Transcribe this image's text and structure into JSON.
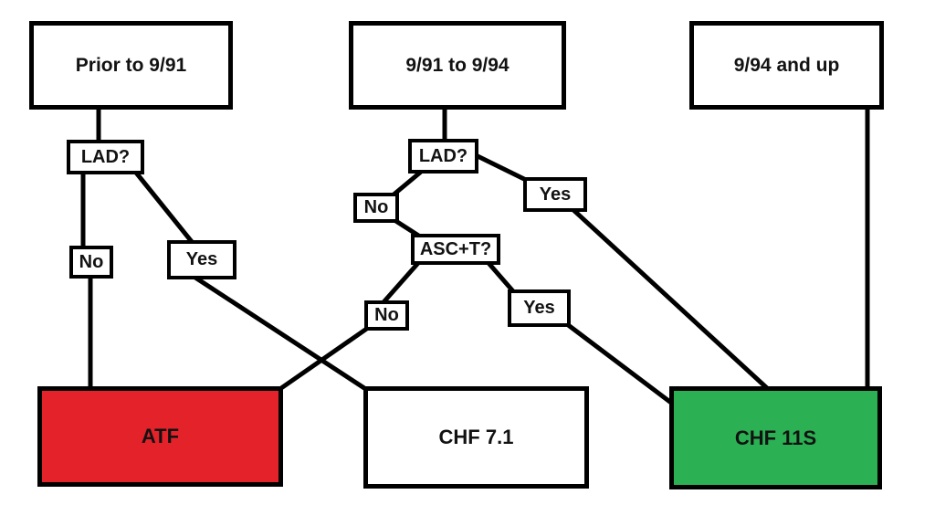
{
  "diagram": {
    "description": "Flowchart selecting transmission fluid type by production date, LAD and ASC+T equipment",
    "nodes": {
      "era1": {
        "label": "Prior to 9/91"
      },
      "era2": {
        "label": "9/91 to 9/94"
      },
      "era3": {
        "label": "9/94 and up"
      },
      "lad1": {
        "label": "LAD?"
      },
      "no1": {
        "label": "No"
      },
      "yes1": {
        "label": "Yes"
      },
      "lad2": {
        "label": "LAD?"
      },
      "no2": {
        "label": "No"
      },
      "yes2": {
        "label": "Yes"
      },
      "asct": {
        "label": "ASC+T?"
      },
      "no3": {
        "label": "No"
      },
      "yes3": {
        "label": "Yes"
      },
      "atf": {
        "label": "ATF"
      },
      "chf71": {
        "label": "CHF 7.1"
      },
      "chf11s": {
        "label": "CHF 11S"
      }
    },
    "edges": [
      {
        "from": "Prior to 9/91",
        "to": "LAD?"
      },
      {
        "from": "LAD? (prior to 9/91)",
        "answer": "No",
        "to": "ATF"
      },
      {
        "from": "LAD? (prior to 9/91)",
        "answer": "Yes",
        "to": "CHF 7.1"
      },
      {
        "from": "9/91 to 9/94",
        "to": "LAD?"
      },
      {
        "from": "LAD? (9/91 to 9/94)",
        "answer": "No",
        "to": "ASC+T?"
      },
      {
        "from": "LAD? (9/91 to 9/94)",
        "answer": "Yes",
        "to": "CHF 11S"
      },
      {
        "from": "ASC+T?",
        "answer": "No",
        "to": "ATF"
      },
      {
        "from": "ASC+T?",
        "answer": "Yes",
        "to": "CHF 11S"
      },
      {
        "from": "9/94 and up",
        "to": "CHF 11S"
      }
    ]
  },
  "colors": {
    "atf_red": "#E3222A",
    "chf11s_green": "#2BB053",
    "line_black": "#000000",
    "box_white": "#FFFFFF"
  }
}
